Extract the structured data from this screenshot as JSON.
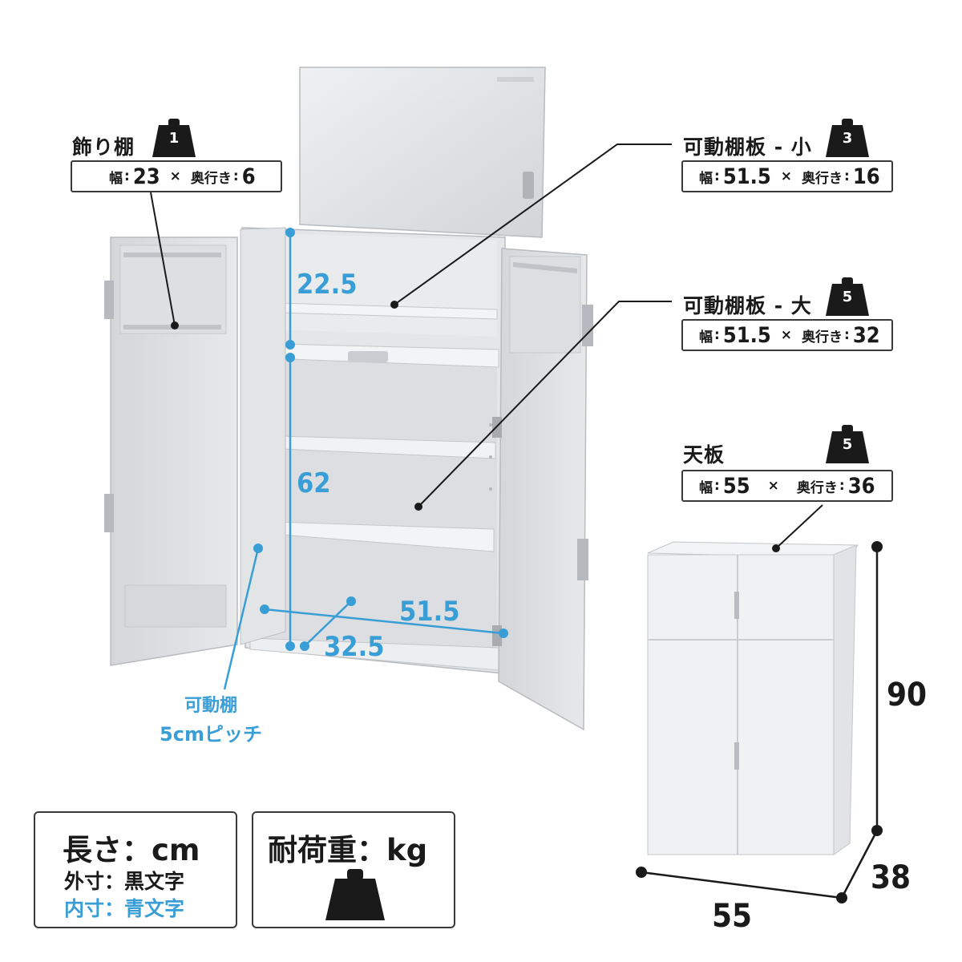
{
  "callouts": {
    "decor_shelf": {
      "title": "飾り棚",
      "weight": "1",
      "width_label": "幅",
      "width": "23",
      "times": "×",
      "depth_label": "奥行き",
      "depth": "6"
    },
    "small_shelf": {
      "title": "可動棚板 - 小",
      "weight": "3",
      "width_label": "幅",
      "width": "51.5",
      "times": "×",
      "depth_label": "奥行き",
      "depth": "16"
    },
    "large_shelf": {
      "title": "可動棚板 - 大",
      "weight": "5",
      "width_label": "幅",
      "width": "51.5",
      "times": "×",
      "depth_label": "奥行き",
      "depth": "32"
    },
    "top_board": {
      "title": "天板",
      "weight": "5",
      "width_label": "幅",
      "width": "55",
      "times": "×",
      "depth_label": "奥行き",
      "depth": "36"
    }
  },
  "inner_dims": {
    "upper_height": "22.5",
    "lower_height": "62",
    "inner_width": "51.5",
    "inner_depth": "32.5"
  },
  "adjustable": {
    "line1": "可動棚",
    "line2": "5cmピッチ"
  },
  "outer_dims": {
    "height": "90",
    "depth": "38",
    "width": "55"
  },
  "legend": {
    "length_title": "長さ：cm",
    "outer_label": "外寸：黒文字",
    "inner_label": "内寸：青文字",
    "load_title": "耐荷重：kg"
  },
  "colors": {
    "inner_text": "#3a9ed6",
    "outer_text": "#1a1a1a",
    "cabinet": "#d9dadc",
    "weight_icon": "#1a1a1a"
  }
}
